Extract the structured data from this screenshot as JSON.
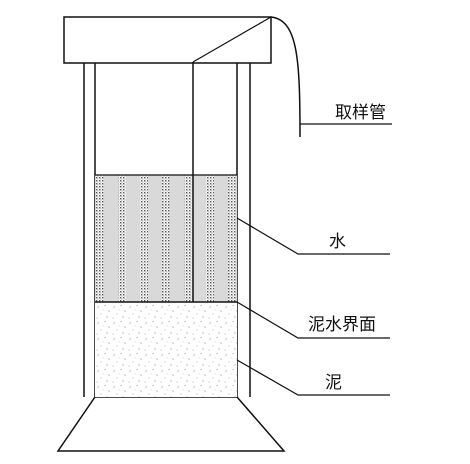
{
  "diagram": {
    "labels": {
      "sampling_tube": "取样管",
      "water": "水",
      "mud_water_interface": "泥水界面",
      "mud": "泥"
    },
    "colors": {
      "stroke": "#111111",
      "water_stripe_dark": "#555555",
      "water_stripe_light": "#d9d9d9",
      "mud_speckle": "#8a8a8a",
      "background": "#ffffff"
    }
  }
}
